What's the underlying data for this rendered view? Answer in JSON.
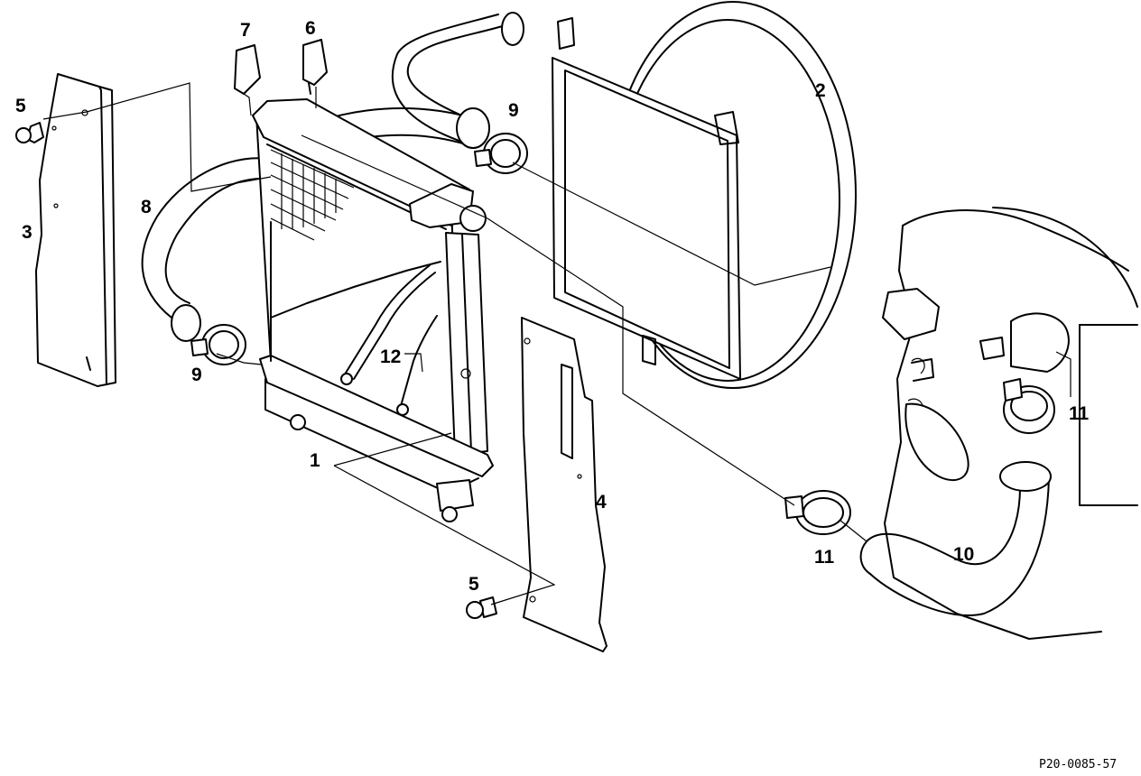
{
  "diagram": {
    "reference_code": "P20-0085-57",
    "callouts": [
      {
        "id": "c1",
        "label": "1"
      },
      {
        "id": "c2",
        "label": "2"
      },
      {
        "id": "c3",
        "label": "3"
      },
      {
        "id": "c4",
        "label": "4"
      },
      {
        "id": "c5a",
        "label": "5"
      },
      {
        "id": "c5b",
        "label": "5"
      },
      {
        "id": "c6",
        "label": "6"
      },
      {
        "id": "c7",
        "label": "7"
      },
      {
        "id": "c8",
        "label": "8"
      },
      {
        "id": "c9a",
        "label": "9"
      },
      {
        "id": "c9b",
        "label": "9"
      },
      {
        "id": "c10",
        "label": "10"
      },
      {
        "id": "c11a",
        "label": "11"
      },
      {
        "id": "c11b",
        "label": "11"
      },
      {
        "id": "c12",
        "label": "12"
      }
    ]
  }
}
